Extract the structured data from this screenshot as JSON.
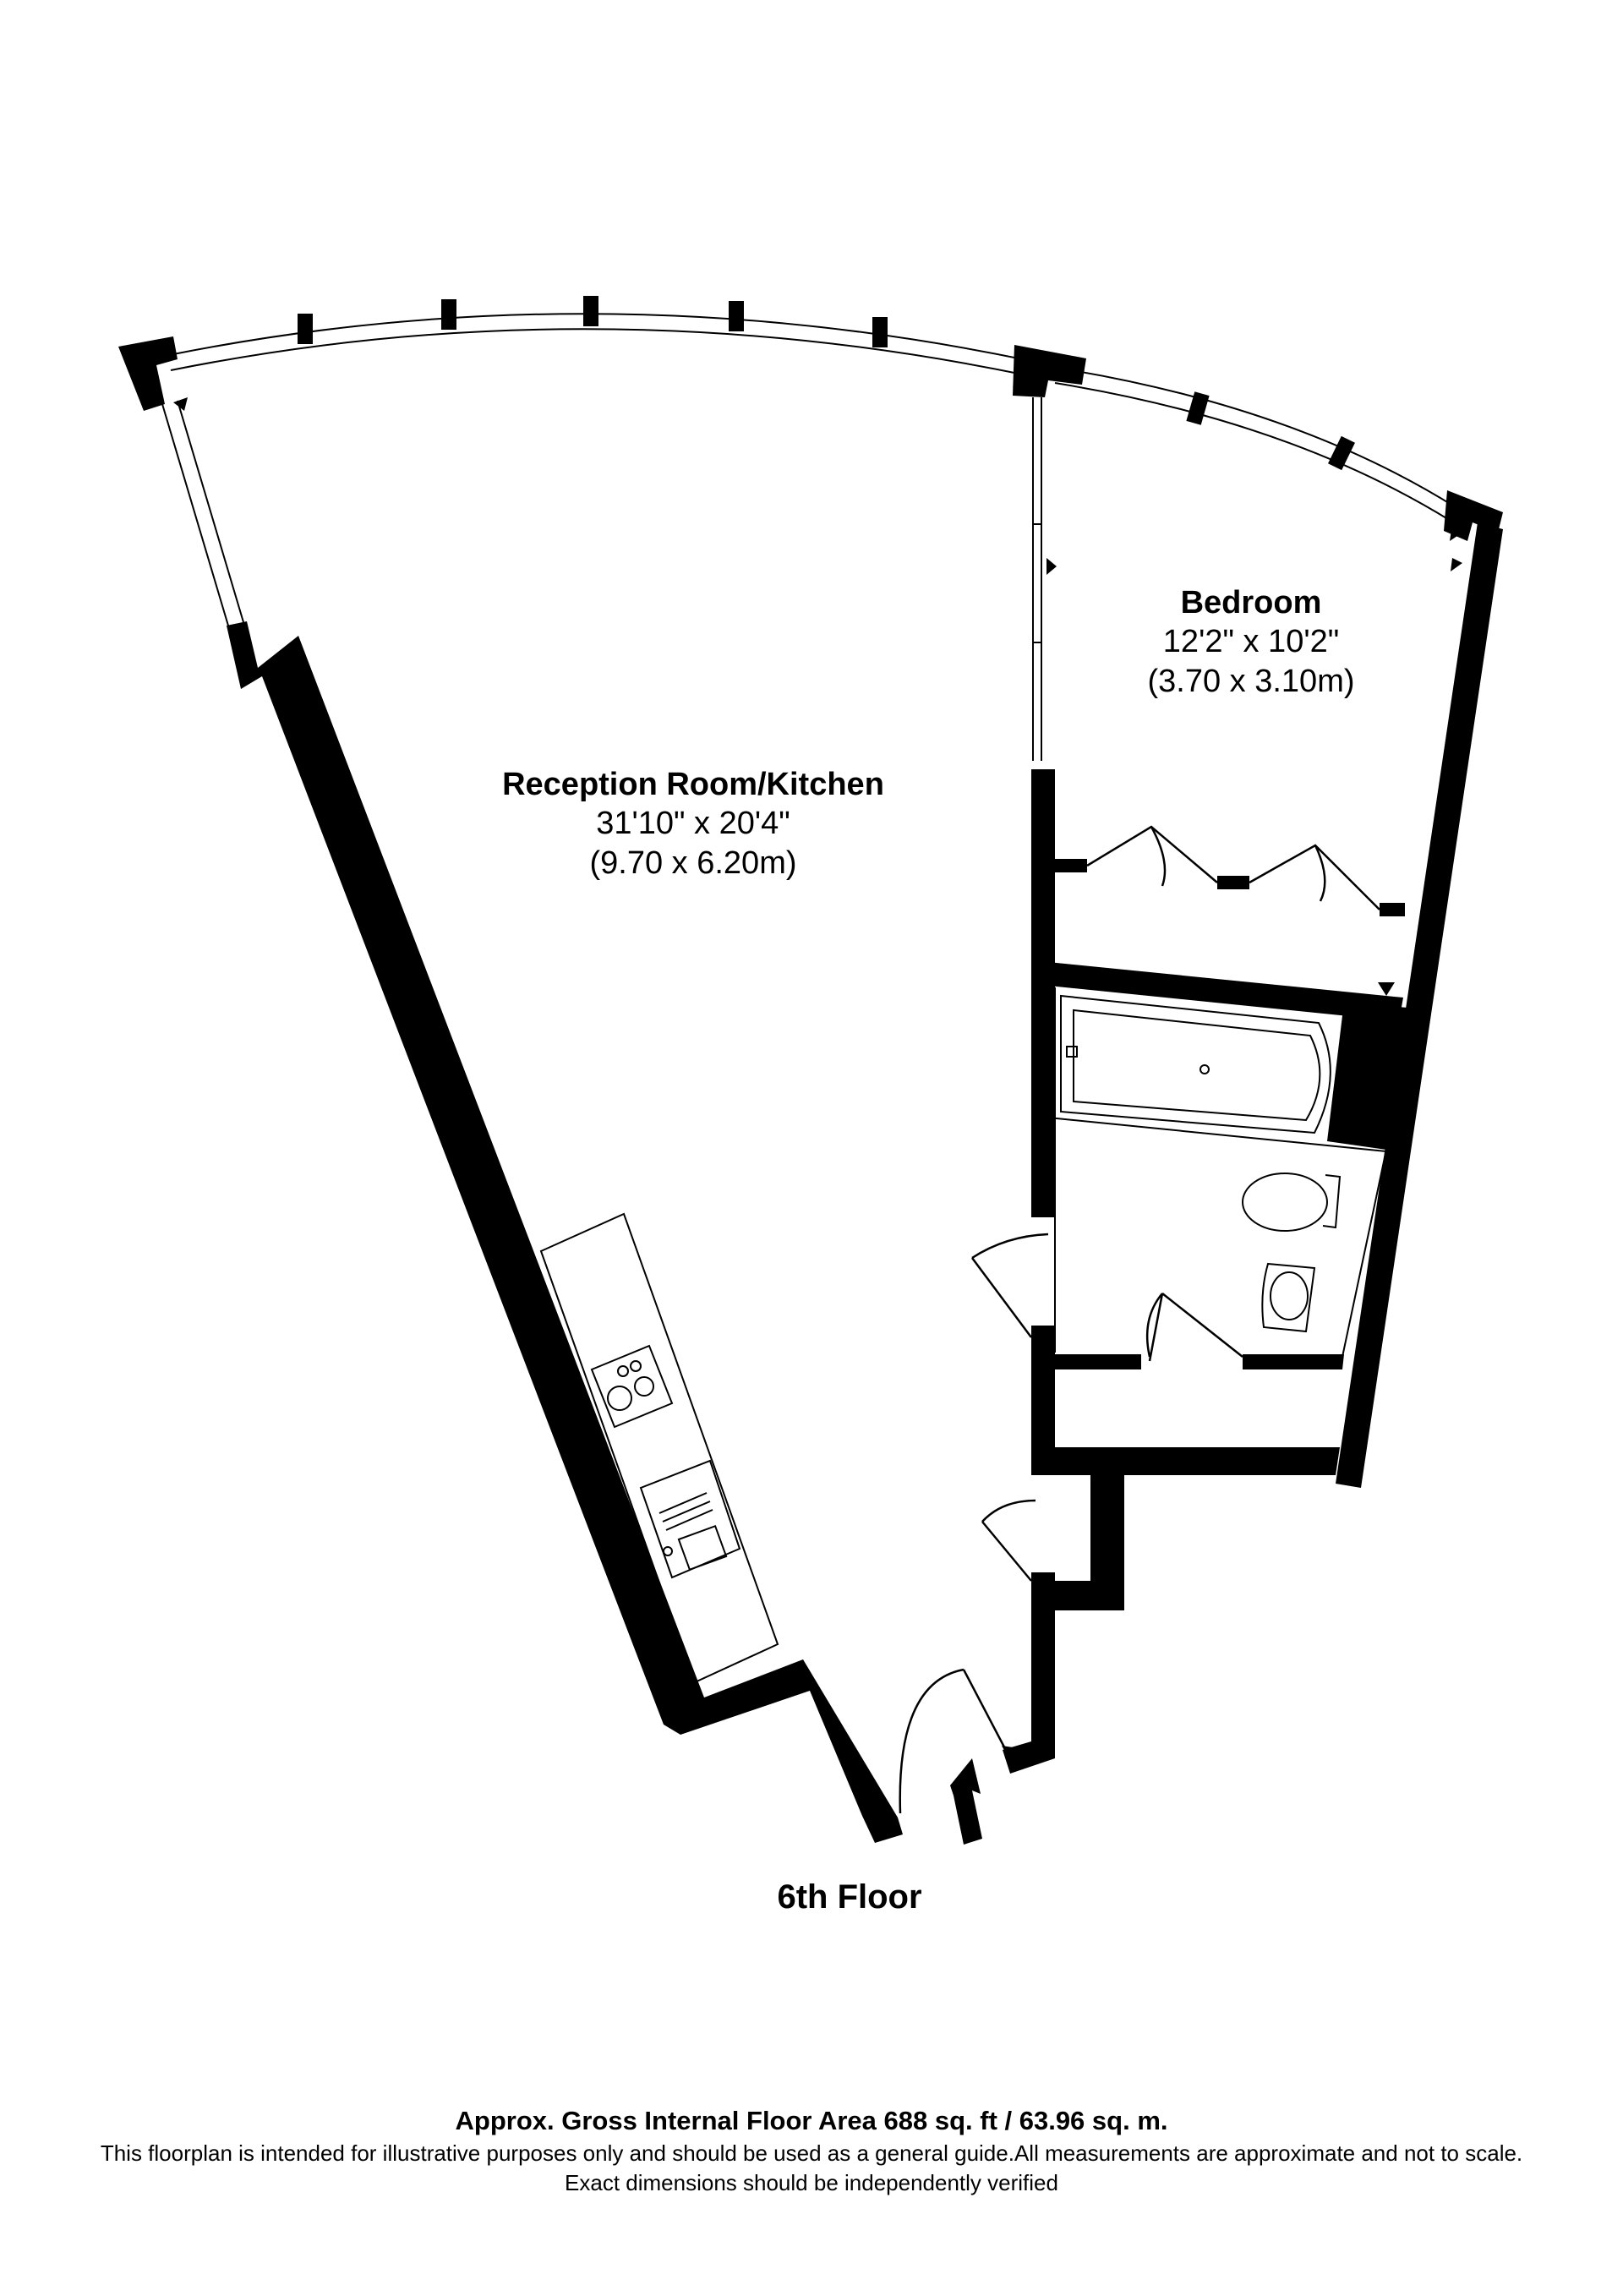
{
  "rooms": {
    "reception": {
      "name": "Reception Room/Kitchen",
      "dim_imperial": "31'10\" x 20'4\"",
      "dim_metric": "(9.70 x 6.20m)"
    },
    "bedroom": {
      "name": "Bedroom",
      "dim_imperial": "12'2\" x 10'2\"",
      "dim_metric": "(3.70 x 3.10m)"
    }
  },
  "floor_label": "6th Floor",
  "footer": {
    "area": "Approx. Gross Internal Floor Area 688 sq. ft / 63.96 sq. m.",
    "disclaimer_line1": "This floorplan is intended for illustrative purposes only and should be used as a general guide.All measurements are approximate and not to scale.",
    "disclaimer_line2": "Exact dimensions should be independently verified"
  },
  "colors": {
    "wall": "#000000",
    "fixture": "#000000",
    "background": "#ffffff"
  }
}
